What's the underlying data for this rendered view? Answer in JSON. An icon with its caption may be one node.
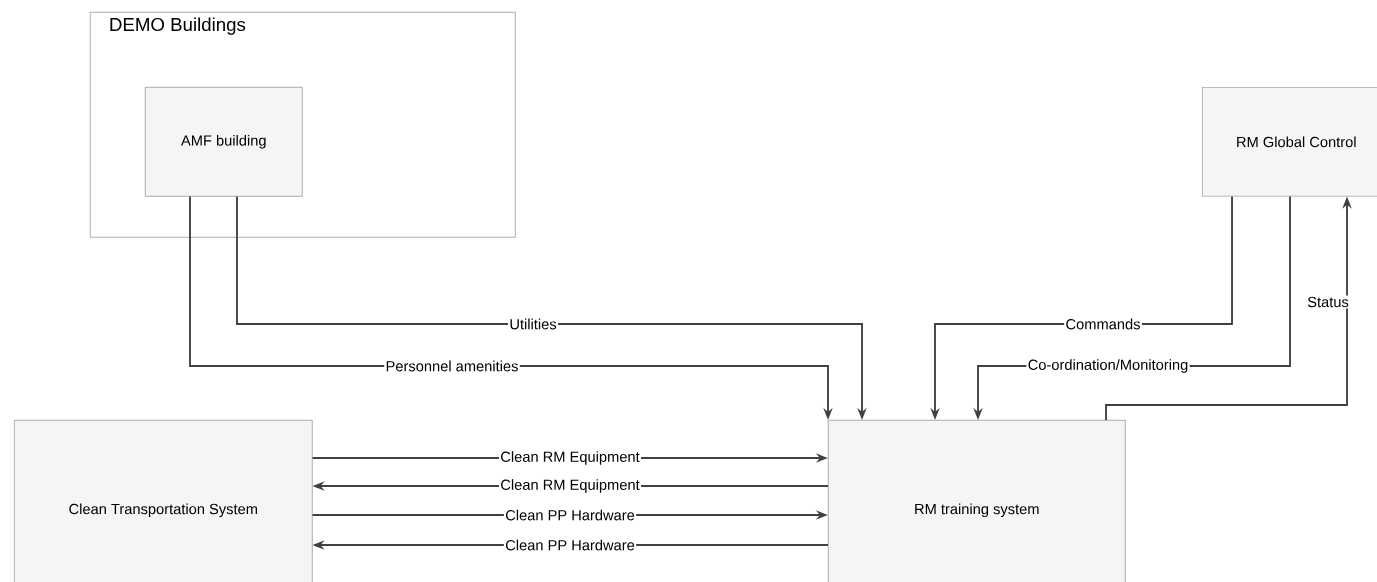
{
  "diagram": {
    "nodes": [
      {
        "text": [
          "DEMO Buildings"
        ]
      },
      {
        "text": [
          "AMF building"
        ],
        "in": 0
      },
      {
        "text": [
          "RM Global Control"
        ]
      },
      {
        "text": [
          "Clean Transportation System"
        ]
      },
      {
        "text": [
          "RM training system"
        ]
      }
    ],
    "edges": [
      {
        "from": 1,
        "to": 4,
        "arrow": "to",
        "label": "Utilities"
      },
      {
        "from": 1,
        "to": 4,
        "arrow": "to",
        "label": "Personnel amenities"
      },
      {
        "from": 2,
        "to": 4,
        "arrow": "to",
        "label": "Commands"
      },
      {
        "from": 2,
        "to": 4,
        "arrow": "to",
        "label": "Co-ordination/Monitoring"
      },
      {
        "from": 4,
        "to": 2,
        "arrow": "to",
        "label": "Status"
      },
      {
        "from": 3,
        "to": 4,
        "arrow": "to",
        "label": "Clean RM Equipment"
      },
      {
        "from": 4,
        "to": 3,
        "arrow": "to",
        "label": "Clean RM Equipment"
      },
      {
        "from": 3,
        "to": 4,
        "arrow": "to",
        "label": "Clean PP Hardware"
      },
      {
        "from": 4,
        "to": 3,
        "arrow": "to",
        "label": "Clean PP Hardware"
      }
    ]
  }
}
